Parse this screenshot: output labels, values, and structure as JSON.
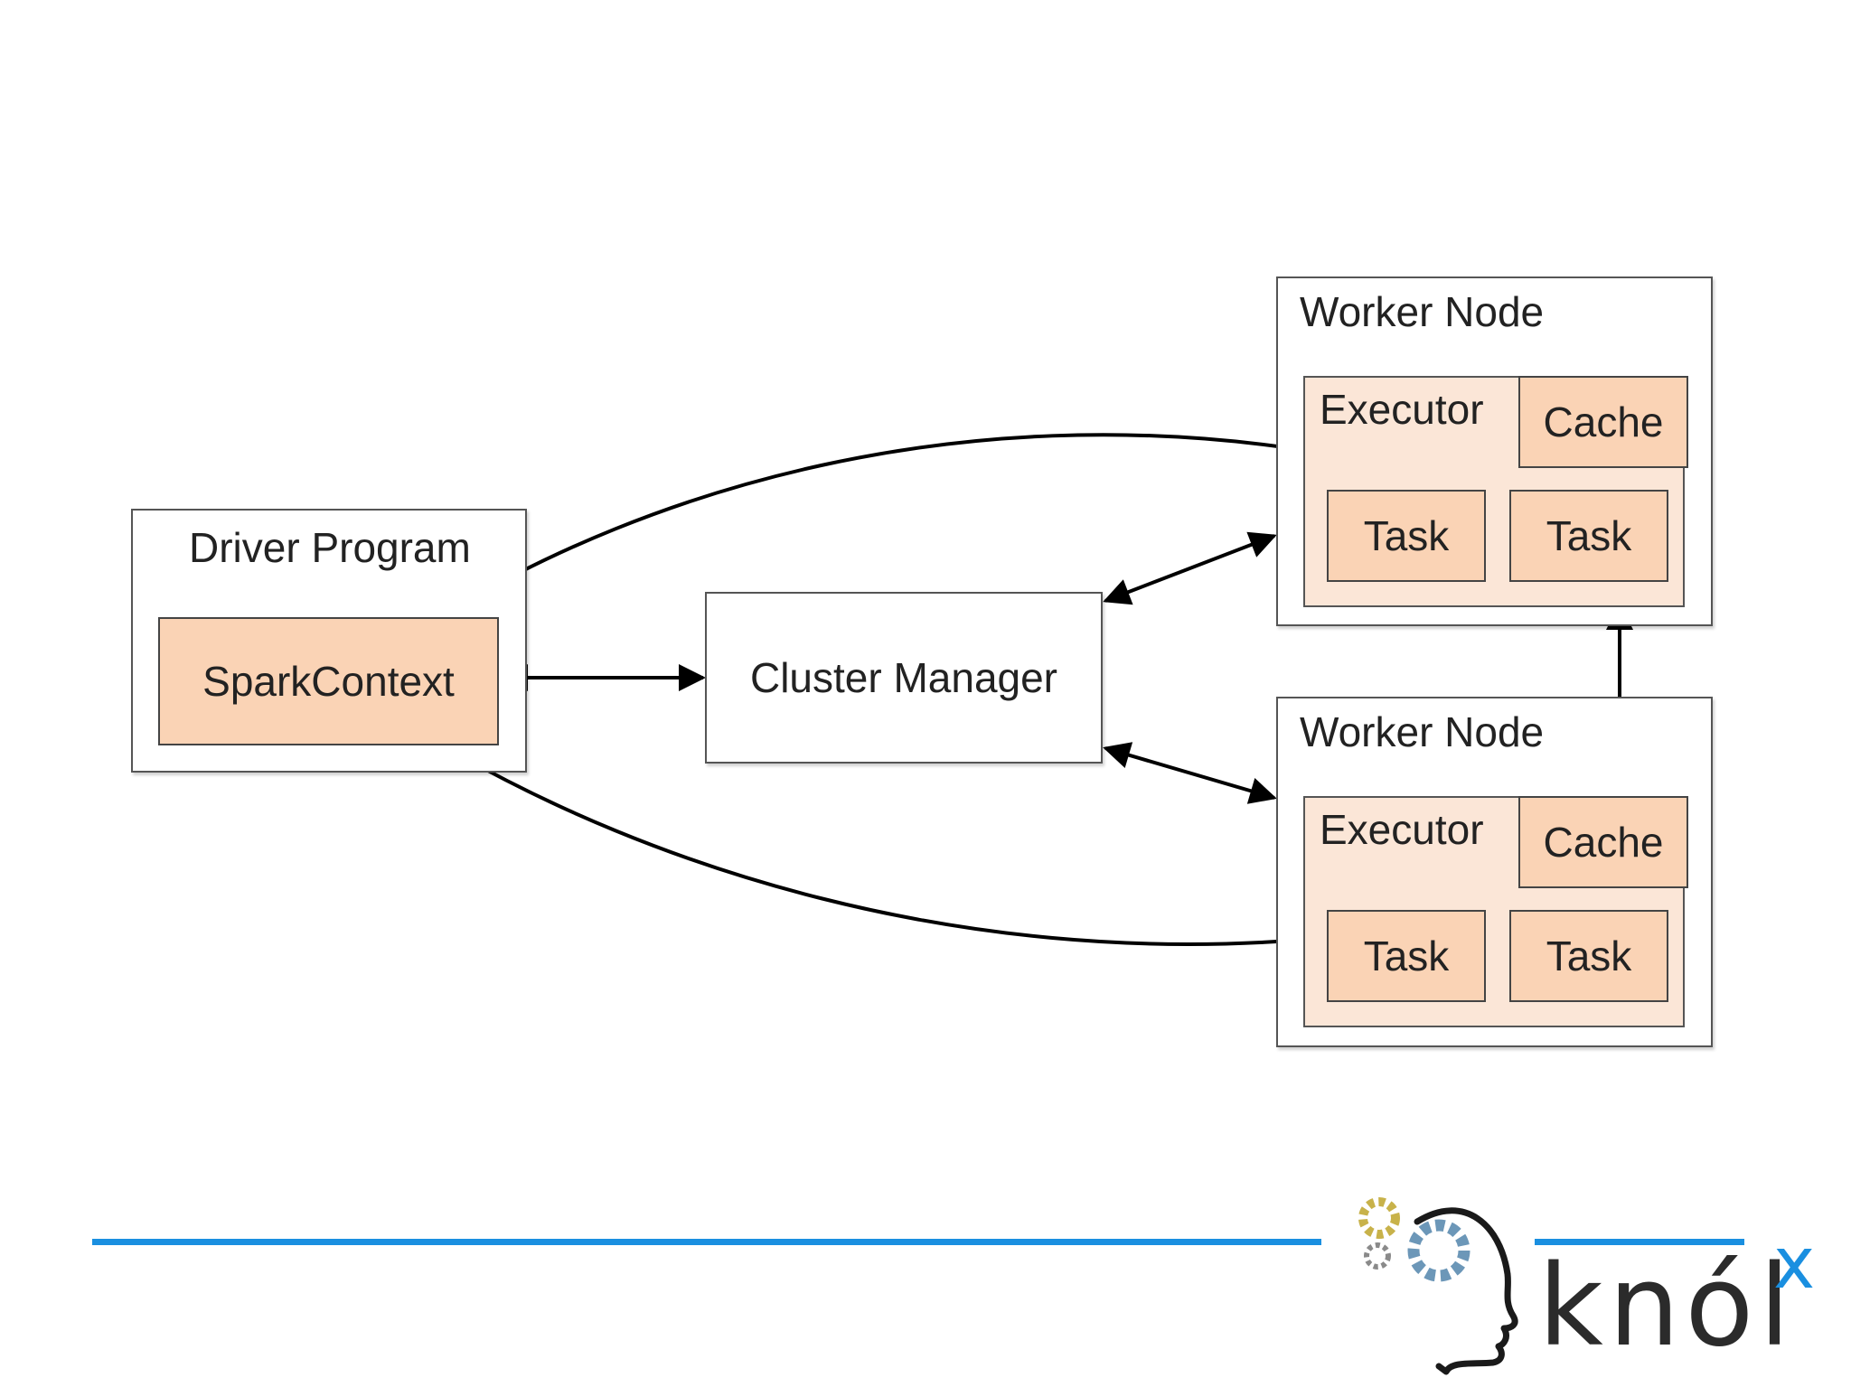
{
  "diagram": {
    "driver": {
      "title": "Driver Program",
      "context": "SparkContext"
    },
    "cluster_manager": {
      "label": "Cluster Manager"
    },
    "workers": [
      {
        "title": "Worker Node",
        "executor": "Executor",
        "cache": "Cache",
        "tasks": [
          "Task",
          "Task"
        ]
      },
      {
        "title": "Worker Node",
        "executor": "Executor",
        "cache": "Cache",
        "tasks": [
          "Task",
          "Task"
        ]
      }
    ]
  },
  "footer": {
    "logo_text": "knól",
    "logo_superscript": "x"
  },
  "colors": {
    "rule_line": "#1a8fe0",
    "peach_fill": "#fad3b5",
    "executor_fill": "#fbe6d7",
    "logo_accent": "#1a8fe0",
    "gear_gold": "#c8b24a",
    "gear_blue": "#6c97b8",
    "gear_gray": "#8a8a8a"
  }
}
